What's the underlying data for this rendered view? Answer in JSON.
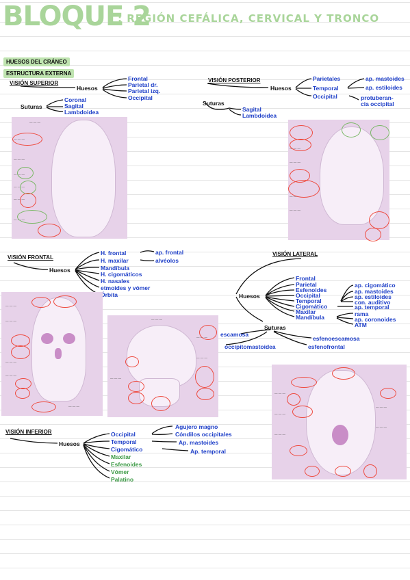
{
  "title": {
    "main": "BLOQUE 2",
    "sub": ": REGIÓN CEFÁLICA, CERVICAL Y TRONCO"
  },
  "section": {
    "huesos": "HUESOS DEL CRÁNEO",
    "estructura": "ESTRUCTURA EXTERNA"
  },
  "superior": {
    "heading": "VISIÓN SUPERIOR",
    "huesos_label": "Huesos",
    "huesos": [
      "Frontal",
      "Parietal dr.",
      "Parietal izq.",
      "Occipital"
    ],
    "suturas_label": "Suturas",
    "suturas": [
      "Coronal",
      "Sagital",
      "Lambdoidea"
    ]
  },
  "posterior": {
    "heading": "VISIÓN POSTERIOR",
    "huesos_label": "Huesos",
    "huesos": [
      "Parietales",
      "Temporal",
      "Occipital"
    ],
    "temporal_sub": [
      "ap. mastoides",
      "ap. estiloides"
    ],
    "occipital_sub": [
      "protuberan-",
      "cia occipital"
    ],
    "suturas_label": "Suturas",
    "suturas": [
      "Sagital",
      "Lambdoidea"
    ]
  },
  "frontal": {
    "heading": "VISIÓN FRONTAL",
    "huesos_label": "Huesos",
    "huesos": [
      "H. frontal",
      "H. maxilar",
      "Mandíbula",
      "H. cigomáticos",
      "H. nasales",
      "etmoides y vómer",
      "Órbita"
    ],
    "frontal_sub": "ap. frontal",
    "maxilar_sub": "alvéolos"
  },
  "lateral": {
    "heading": "VISIÓN LATERAL",
    "huesos_label": "Huesos",
    "huesos": [
      "Frontal",
      "Parietal",
      "Esfenoides",
      "Occipital",
      "Temporal",
      "Cigomático",
      "Maxilar",
      "Mandíbula"
    ],
    "temporal_sub": [
      "ap. cigomático",
      "ap. mastoides",
      "ap. estiloides",
      "con. auditivo"
    ],
    "cigomatico_sub": "ap. temporal",
    "mandibula_sub": [
      "rama",
      "ap. coronoides",
      "ATM"
    ],
    "suturas_label": "Suturas",
    "suturas": [
      "escamosa",
      "esfenoescamosa",
      "occipitomastoidea",
      "esfenofrontal"
    ]
  },
  "inferior": {
    "heading": "VISIÓN INFERIOR",
    "huesos_label": "Huesos",
    "huesos": [
      "Occipital",
      "Temporal",
      "Cigomático",
      "Maxilar",
      "Esfenoides",
      "Vómer",
      "Palatino"
    ],
    "occipital_sub": [
      "Agujero magno",
      "Cóndilos occipitales"
    ],
    "temporal_sub": "Ap. mastoides",
    "cigomatico_sub": "Ap. temporal"
  },
  "colors": {
    "title_green": "#a9d59a",
    "link_blue": "#1e3fc8",
    "accent_green": "#3c9a45",
    "circle_red": "#ee4a3e",
    "panel_pink": "#e7d2e9"
  }
}
